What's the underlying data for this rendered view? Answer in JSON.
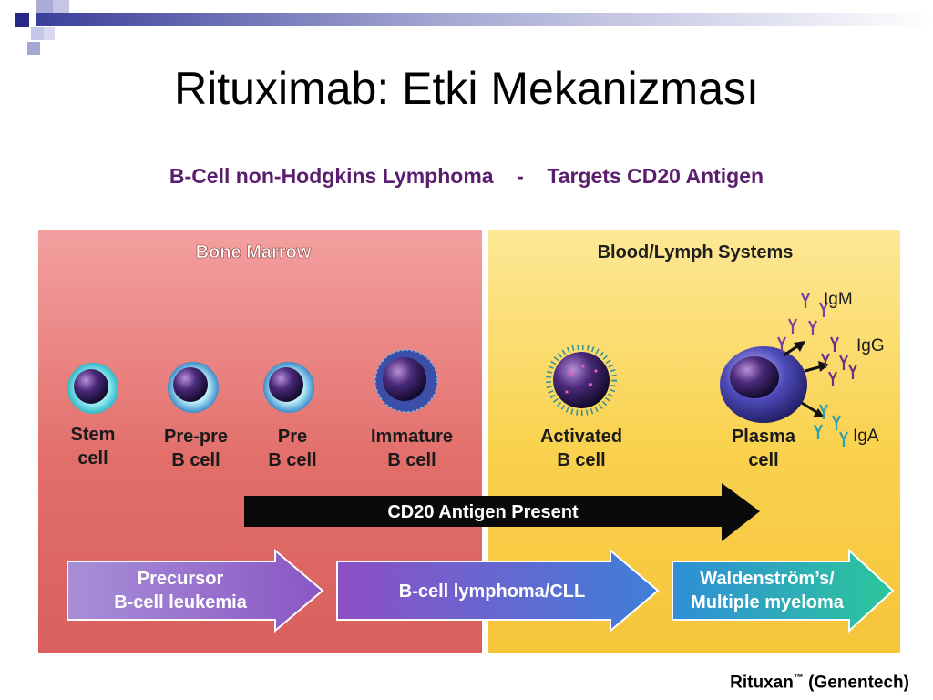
{
  "slide": {
    "title": "Rituximab: Etki Mekanizması",
    "subtitle": "B-Cell non-Hodgkins Lymphoma    -    Targets CD20 Antigen",
    "footer_brand": "Rituxan",
    "footer_tm": "™",
    "footer_company": "(Genentech)"
  },
  "diagram": {
    "left_panel_title": "Bone Marrow",
    "right_panel_title": "Blood/Lymph Systems",
    "colors": {
      "left_panel": "#e8706e",
      "right_panel": "#f7cf3c",
      "subtitle": "#5b1d6e"
    },
    "cells": [
      {
        "line1": "Stem",
        "line2": "cell",
        "icon": "stem-cell-icon"
      },
      {
        "line1": "Pre-pre",
        "line2": "B cell",
        "icon": "pre-pre-b-cell-icon"
      },
      {
        "line1": "Pre",
        "line2": "B cell",
        "icon": "pre-b-cell-icon"
      },
      {
        "line1": "Immature",
        "line2": "B cell",
        "icon": "immature-b-cell-icon"
      },
      {
        "line1": "Activated",
        "line2": "B cell",
        "icon": "activated-b-cell-icon"
      },
      {
        "line1": "Plasma",
        "line2": "cell",
        "icon": "plasma-cell-icon"
      }
    ],
    "antibodies": {
      "igm": "IgM",
      "igg": "IgG",
      "iga": "IgA"
    },
    "cd20_arrow": "CD20 Antigen Present",
    "disease_arrows": [
      {
        "line1": "Precursor",
        "line2": "B-cell leukemia"
      },
      {
        "line1": "B-cell lymphoma/CLL",
        "line2": ""
      },
      {
        "line1": "Waldenström’s/",
        "line2": "Multiple myeloma"
      }
    ]
  }
}
